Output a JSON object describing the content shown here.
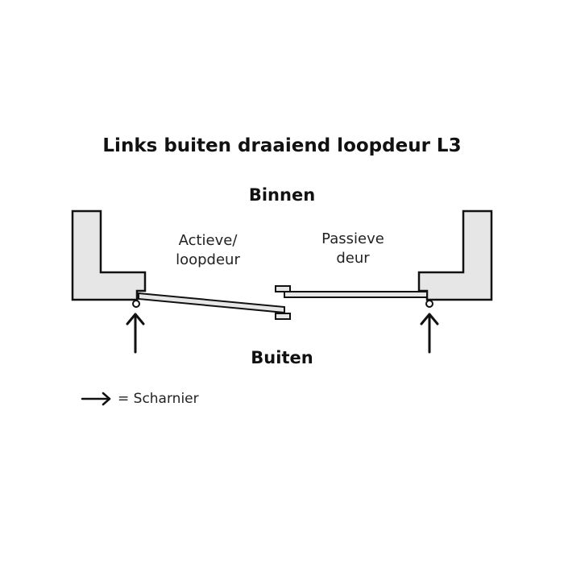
{
  "title": "Links buiten draaiend loopdeur L3",
  "labels": {
    "inside": "Binnen",
    "outside": "Buiten",
    "active_door_line1": "Actieve/",
    "active_door_line2": "loopdeur",
    "passive_door_line1": "Passieve",
    "passive_door_line2": "deur"
  },
  "legend": {
    "text": "= Scharnier",
    "icon": "arrow-right-icon"
  },
  "colors": {
    "frame_fill": "#e6e6e6",
    "stroke": "#111111"
  }
}
